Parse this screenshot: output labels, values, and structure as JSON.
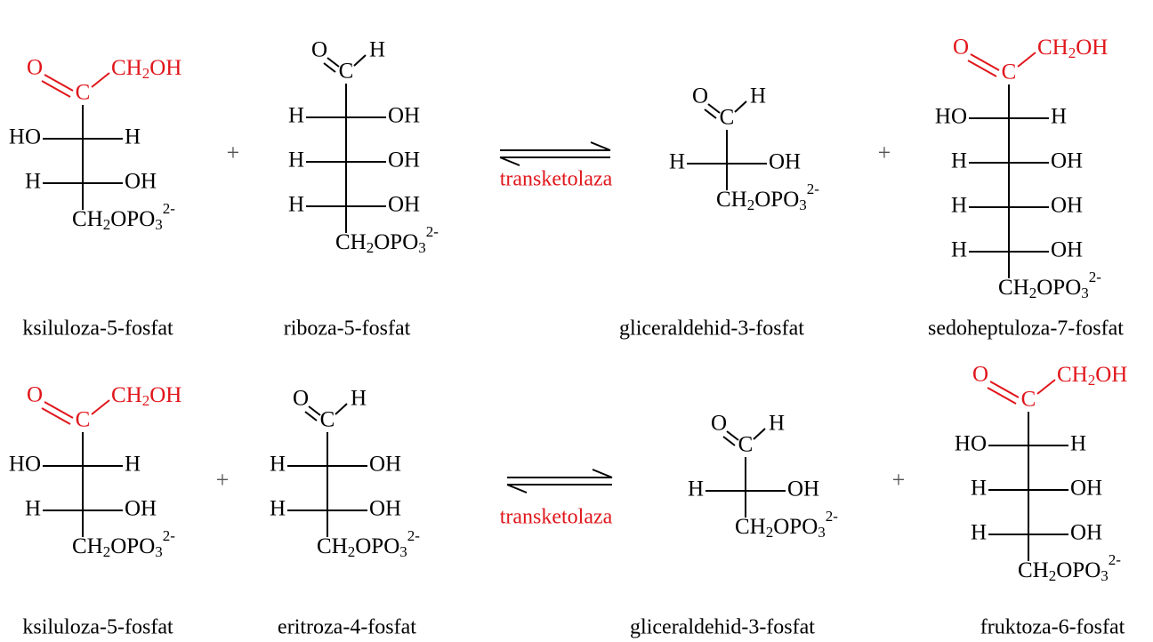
{
  "reactions": [
    {
      "enzyme": "transketolaza",
      "plus_left": "+",
      "plus_right": "+",
      "names": [
        "ksiluloza-5-fosfat",
        "riboza-5-fosfat",
        "gliceraldehid-3-fosfat",
        "sedoheptuloza-7-fosfat"
      ]
    },
    {
      "enzyme": "transketolaza",
      "plus_left": "+",
      "plus_right": "+",
      "names": [
        "ksiluloza-5-fosfat",
        "eritroza-4-fosfat",
        "gliceraldehid-3-fosfat",
        "fruktoza-6-fosfat"
      ]
    }
  ],
  "atoms": {
    "O": "O",
    "C": "C",
    "H": "H",
    "HO": "HO",
    "OH": "OH",
    "CH2OH": {
      "a": "CH",
      "b": "2",
      "c": "OH"
    },
    "CH2OPO3": {
      "a": "CH",
      "b": "2",
      "c": "OPO",
      "d": "3",
      "e": "2-"
    }
  },
  "colors": {
    "ketol_group": "#e0161b",
    "text": "#000000",
    "enzyme": "#e0161b"
  }
}
